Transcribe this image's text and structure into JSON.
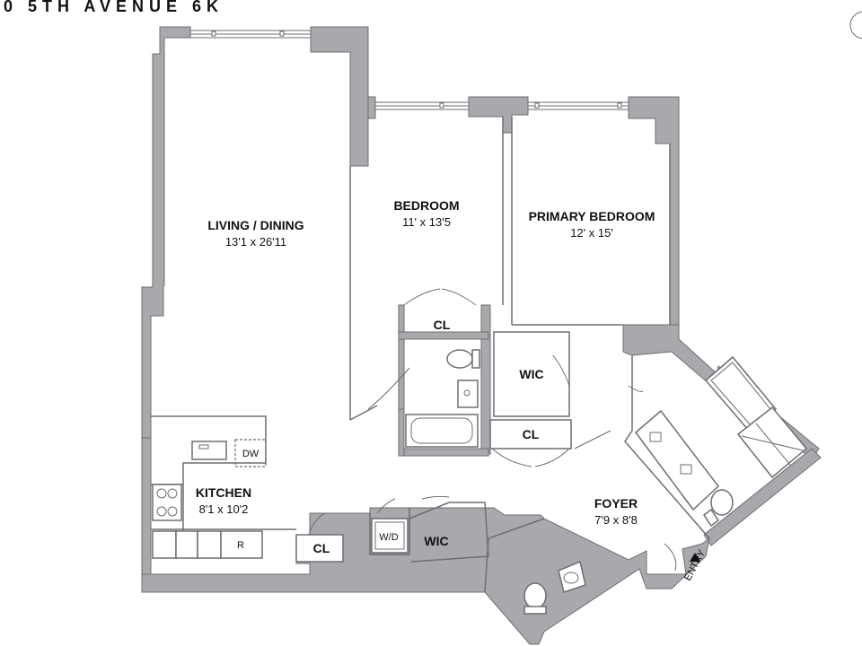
{
  "title": "0 5TH AVENUE 6K",
  "rooms": {
    "living": {
      "name": "LIVING / DINING",
      "dims": "13'1 x 26'11"
    },
    "bedroom": {
      "name": "BEDROOM",
      "dims": "11' x 13'5"
    },
    "primary": {
      "name": "PRIMARY BEDROOM",
      "dims": "12' x 15'"
    },
    "kitchen": {
      "name": "KITCHEN",
      "dims": "8'1 x 10'2"
    },
    "foyer": {
      "name": "FOYER",
      "dims": "7'9 x 8'8"
    }
  },
  "labels": {
    "cl_bedroom": "CL",
    "wic_primary": "WIC",
    "cl_primary": "CL",
    "cl_kitchen": "CL",
    "wd": "W/D",
    "wic_foyer": "WIC",
    "dw": "DW",
    "fridge": "R",
    "entry": "ENTRY"
  },
  "colors": {
    "wall": "#a7a9ac",
    "wall_outline": "#6d6e71",
    "text": "#111111"
  }
}
